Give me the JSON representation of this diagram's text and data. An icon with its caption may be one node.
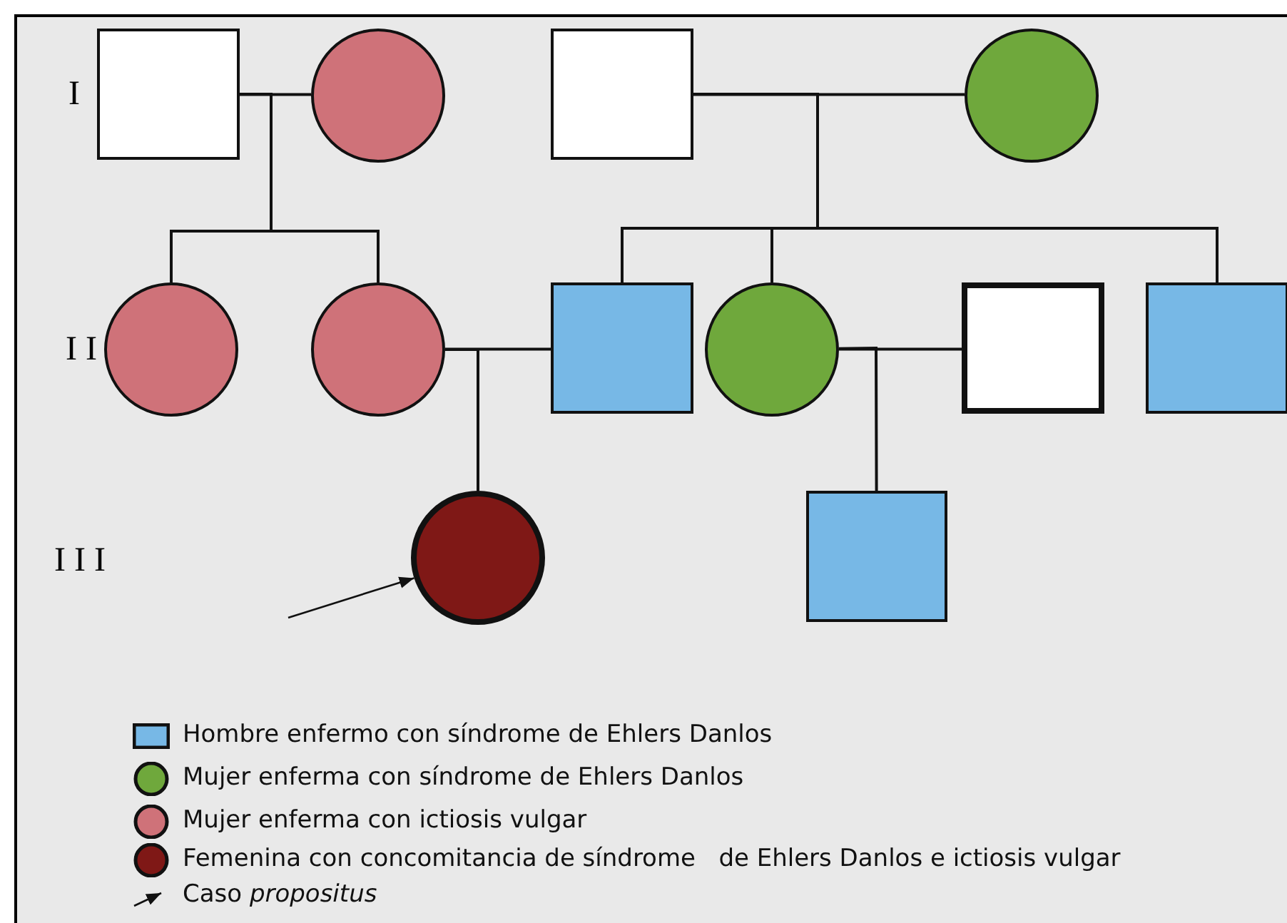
{
  "diagram": {
    "nodes": [
      {
        "text": [],
        "shape": "box"
      },
      {
        "text": [],
        "shape": "circle"
      },
      {
        "text": [],
        "shape": "box"
      },
      {
        "text": [],
        "shape": "circle"
      },
      {
        "text": [],
        "shape": "circle"
      },
      {
        "text": [],
        "shape": "circle"
      },
      {
        "text": [],
        "shape": "box"
      },
      {
        "text": [],
        "shape": "circle"
      },
      {
        "text": [],
        "shape": "box"
      },
      {
        "text": [],
        "shape": "box"
      },
      {
        "text": [],
        "shape": "circle"
      },
      {
        "text": [],
        "shape": "box"
      }
    ],
    "edges": [
      {
        "from": 0,
        "to": 1,
        "arrow": "none"
      },
      {
        "from": 2,
        "to": 3,
        "arrow": "none"
      },
      {
        "from": 5,
        "to": 6,
        "arrow": "none"
      },
      {
        "from": 7,
        "to": 8,
        "arrow": "none"
      },
      {
        "from": 0,
        "to": 4,
        "arrow": "none"
      },
      {
        "from": 0,
        "to": 5,
        "arrow": "none"
      },
      {
        "from": 2,
        "to": 6,
        "arrow": "none"
      },
      {
        "from": 2,
        "to": 7,
        "arrow": "none"
      },
      {
        "from": 2,
        "to": 9,
        "arrow": "none"
      },
      {
        "from": 5,
        "to": 10,
        "arrow": "none"
      },
      {
        "from": 7,
        "to": 11,
        "arrow": "none"
      },
      {
        "from": null,
        "to": 10,
        "arrow": "to"
      }
    ],
    "labels": [
      "I",
      "II",
      "III"
    ],
    "legend": [
      {
        "text": "Hombre enfermo con síndrome de Ehlers Danlos",
        "color": "#77b8e6"
      },
      {
        "text": "Mujer enferma con síndrome de Ehlers Danlos",
        "color": "#6fa83c"
      },
      {
        "text": "Mujer enferma con ictiosis vulgar",
        "color": "#cf7279"
      },
      {
        "text": "Femenina con concomitancia de síndrome   de Ehlers Danlos e ictiosis vulgar",
        "color": "#7f1816"
      },
      {
        "text": "Caso *propositus*"
      }
    ]
  }
}
